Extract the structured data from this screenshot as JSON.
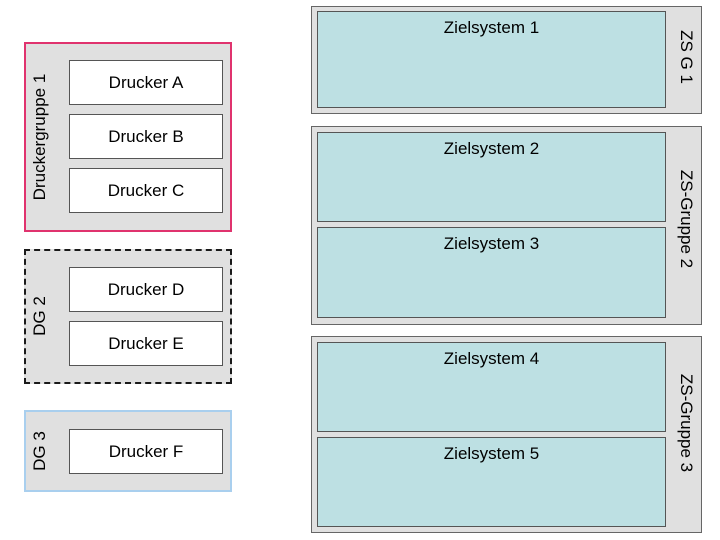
{
  "printer_groups": [
    {
      "label": "Druckergruppe 1",
      "border_color": "#e0336e",
      "border_style": "solid",
      "printers": [
        "Drucker A",
        "Drucker B",
        "Drucker C"
      ]
    },
    {
      "label": "DG 2",
      "border_color": "#1a1a1a",
      "border_style": "dashed",
      "printers": [
        "Drucker D",
        "Drucker E"
      ]
    },
    {
      "label": "DG 3",
      "border_color": "#a9cfee",
      "border_style": "solid",
      "printers": [
        "Drucker F"
      ]
    }
  ],
  "target_groups": [
    {
      "label": "ZS G 1",
      "targets": [
        "Zielsystem 1"
      ]
    },
    {
      "label": "ZS-Gruppe 2",
      "targets": [
        "Zielsystem 2",
        "Zielsystem 3"
      ]
    },
    {
      "label": "ZS-Gruppe 3",
      "targets": [
        "Zielsystem 4",
        "Zielsystem 5"
      ]
    }
  ],
  "colors": {
    "group_fill": "#e0e0e0",
    "target_fill": "#bde0e3",
    "printer_fill": "#ffffff"
  }
}
